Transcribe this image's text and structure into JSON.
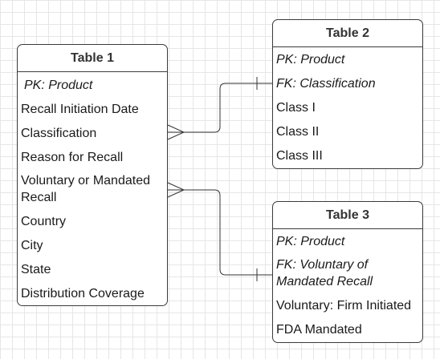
{
  "tables": [
    {
      "title": "Table 1",
      "fields": [
        {
          "text": "PK: Product",
          "kind": "pk"
        },
        {
          "text": "Recall Initiation Date",
          "kind": "attr"
        },
        {
          "text": "Classification",
          "kind": "attr"
        },
        {
          "text": "Reason for Recall",
          "kind": "attr"
        },
        {
          "text": "Voluntary or Mandated Recall",
          "kind": "attr"
        },
        {
          "text": "Country",
          "kind": "attr"
        },
        {
          "text": "City",
          "kind": "attr"
        },
        {
          "text": "State",
          "kind": "attr"
        },
        {
          "text": "Distribution Coverage",
          "kind": "attr"
        }
      ]
    },
    {
      "title": "Table 2",
      "fields": [
        {
          "text": "PK: Product",
          "kind": "pk"
        },
        {
          "text": "FK: Classification",
          "kind": "fk"
        },
        {
          "text": "Class I",
          "kind": "attr"
        },
        {
          "text": "Class II",
          "kind": "attr"
        },
        {
          "text": "Class III",
          "kind": "attr"
        }
      ]
    },
    {
      "title": "Table 3",
      "fields": [
        {
          "text": "PK: Product",
          "kind": "pk"
        },
        {
          "text": "FK: Voluntary of Mandated Recall",
          "kind": "fk"
        },
        {
          "text": "Voluntary: Firm Initiated",
          "kind": "attr"
        },
        {
          "text": "FDA Mandated",
          "kind": "attr"
        }
      ]
    }
  ],
  "relationships": [
    {
      "from": "Table 1 · Classification",
      "to": "Table 2 · FK: Classification",
      "from_end": "many",
      "to_end": "one"
    },
    {
      "from": "Table 1 · Voluntary or Mandated Recall",
      "to": "Table 3 · FK: Voluntary of Mandated Recall",
      "from_end": "many",
      "to_end": "one"
    }
  ],
  "colors": {
    "border": "#3a3a3a",
    "text": "#1a1a1a",
    "grid": "#e6e6e6",
    "line": "#333333"
  }
}
